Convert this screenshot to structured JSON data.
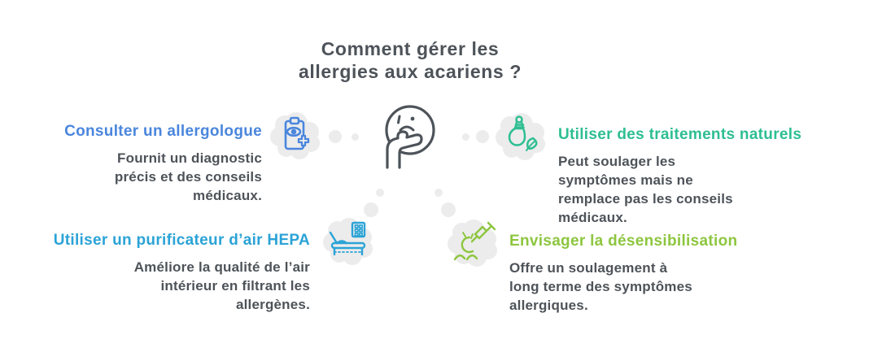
{
  "title": {
    "line1": "Comment gérer les",
    "line2": "allergies aux acariens ?"
  },
  "colors": {
    "text_dark": "#4D5359",
    "heading_blue": "#4A86DD",
    "heading_teal": "#2EBE92",
    "heading_cyan": "#2BA3D6",
    "heading_lime": "#8DC63F",
    "cloud_gray": "#ECECEC",
    "background": "#FFFFFF"
  },
  "center": {
    "icon": "thinking-face-icon"
  },
  "sections": [
    {
      "id": "consulter-allergologue",
      "heading": "Consulter un allergologue",
      "color": "#4A86DD",
      "icon": "clipboard-eye-plus-icon",
      "body_lines": [
        "Fournit un diagnostic",
        "précis et des conseils",
        "médicaux."
      ]
    },
    {
      "id": "traitements-naturels",
      "heading": "Utiliser des traitements naturels",
      "color": "#2EBE92",
      "icon": "dropper-bottle-leaf-icon",
      "body_lines": [
        "Peut soulager les",
        "symptômes mais ne",
        "remplace pas les conseils",
        "médicaux."
      ]
    },
    {
      "id": "purificateur-hepa",
      "heading": "Utiliser un purificateur d’air HEPA",
      "color": "#2BA3D6",
      "icon": "bed-air-purifier-icon",
      "body_lines": [
        "Améliore la qualité de l’air",
        "intérieur en filtrant les",
        "allergènes."
      ]
    },
    {
      "id": "desensibilisation",
      "heading": "Envisager la désensibilisation",
      "color": "#8DC63F",
      "icon": "mite-syringe-icon",
      "body_lines": [
        "Offre un soulagement à",
        "long terme des symptômes",
        "allergiques."
      ]
    }
  ]
}
